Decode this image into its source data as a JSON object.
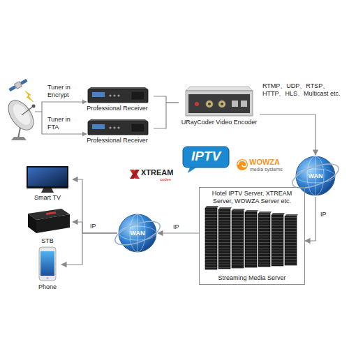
{
  "diagram": {
    "nodes": [
      {
        "text": [
          "Professional Receiver"
        ]
      },
      {
        "text": [
          "Professional Receiver"
        ]
      },
      {
        "text": [
          "URayCoder Video Encoder"
        ]
      },
      {
        "text": [
          "WAN"
        ]
      },
      {
        "text": [
          "Hotel IPTV Server, XTREAM Server, WOWZA Server etc.",
          "Streaming Media Server"
        ]
      },
      {
        "text": [
          "WAN"
        ]
      },
      {
        "text": [
          "Smart TV"
        ]
      },
      {
        "text": [
          "STB"
        ]
      },
      {
        "text": [
          "Phone"
        ]
      }
    ],
    "edges": [
      {
        "from": 0,
        "to": 2,
        "arrow": "none"
      },
      {
        "from": 1,
        "to": 2,
        "arrow": "none"
      },
      {
        "from": 2,
        "to": 3,
        "arrow": "to"
      },
      {
        "from": 3,
        "to": 4,
        "label": "IP",
        "arrow": "to"
      },
      {
        "from": 4,
        "to": 5,
        "label": "IP",
        "arrow": "to"
      },
      {
        "from": 5,
        "to": 6,
        "arrow": "to"
      },
      {
        "from": 5,
        "to": 7,
        "label": "IP",
        "arrow": "to"
      },
      {
        "from": 5,
        "to": 8,
        "arrow": "to"
      }
    ],
    "labels": [
      "Tuner in Encrypt",
      "Tuner in FTA",
      "RTMP、UDP、RTSP、HTTP、HLS、Multicast etc.",
      "XTREAM",
      "codes",
      "IPTV",
      "WOWZA",
      "media systems"
    ]
  }
}
